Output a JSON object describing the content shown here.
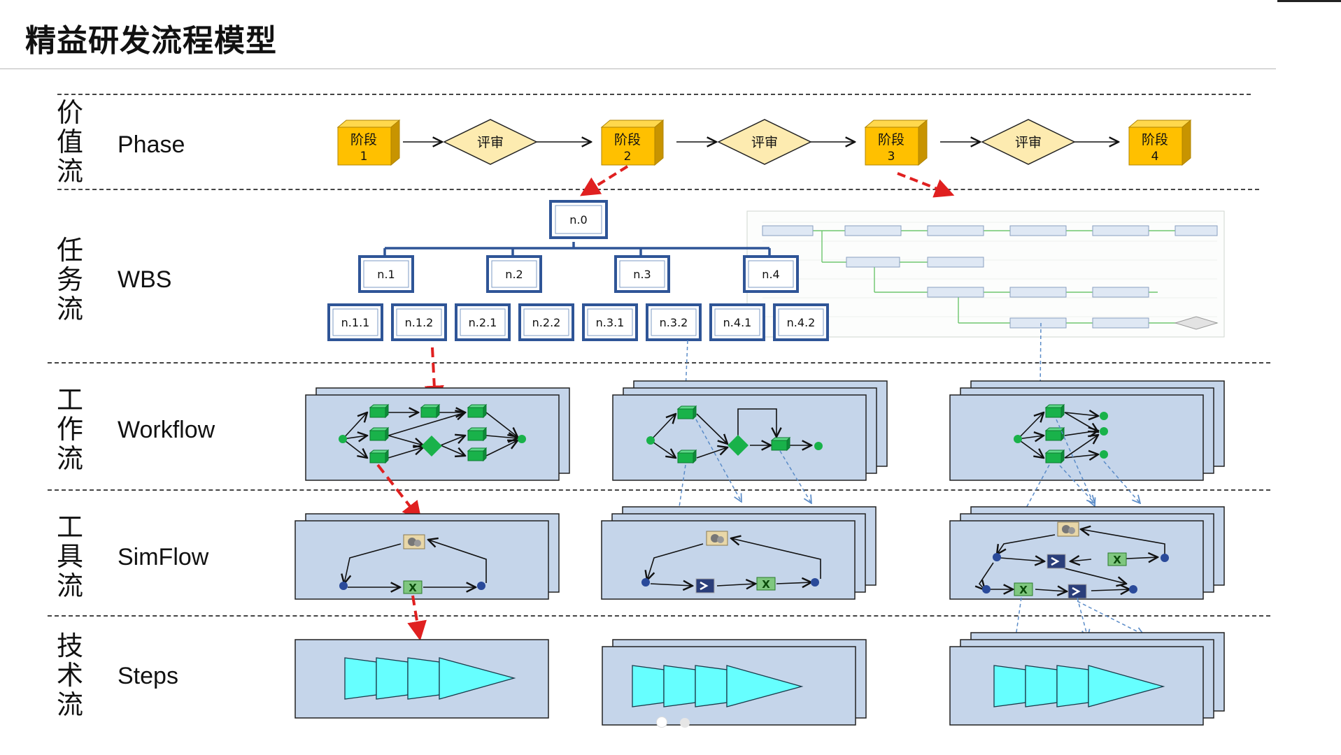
{
  "page": {
    "title": "精益研发流程模型"
  },
  "rows": [
    {
      "cn": "价值流",
      "en": "Phase"
    },
    {
      "cn": "任务流",
      "en": "WBS"
    },
    {
      "cn": "工作流",
      "en": "Workflow"
    },
    {
      "cn": "工具流",
      "en": "SimFlow"
    },
    {
      "cn": "技术流",
      "en": "Steps"
    }
  ],
  "phase": {
    "stages": [
      {
        "label": "阶段",
        "num": "1"
      },
      {
        "label": "阶段",
        "num": "2"
      },
      {
        "label": "阶段",
        "num": "3"
      },
      {
        "label": "阶段",
        "num": "4"
      }
    ],
    "review_label": "评审"
  },
  "wbs": {
    "root": "n.0",
    "level1": [
      "n.1",
      "n.2",
      "n.3",
      "n.4"
    ],
    "level2": [
      "n.1.1",
      "n.1.2",
      "n.2.1",
      "n.2.2",
      "n.3.1",
      "n.3.2",
      "n.4.1",
      "n.4.2"
    ]
  },
  "colors": {
    "stage_face": "#FFC000",
    "stage_side": "#C89400",
    "diamond": "#FDEBB0",
    "node_border": "#2F5597",
    "panel_fill": "#C5D5EA",
    "task_green": "#19B24A",
    "step_cyan": "#66FFFF",
    "red_arrow": "#E02020",
    "blue_dash": "#5B8CC8"
  },
  "icons": [
    "stage-box-icon",
    "review-diamond-icon",
    "gear-tool-icon",
    "excel-tool-icon",
    "terminal-tool-icon",
    "workflow-task-icon"
  ],
  "pager": {
    "dots": 2,
    "active": 1
  }
}
